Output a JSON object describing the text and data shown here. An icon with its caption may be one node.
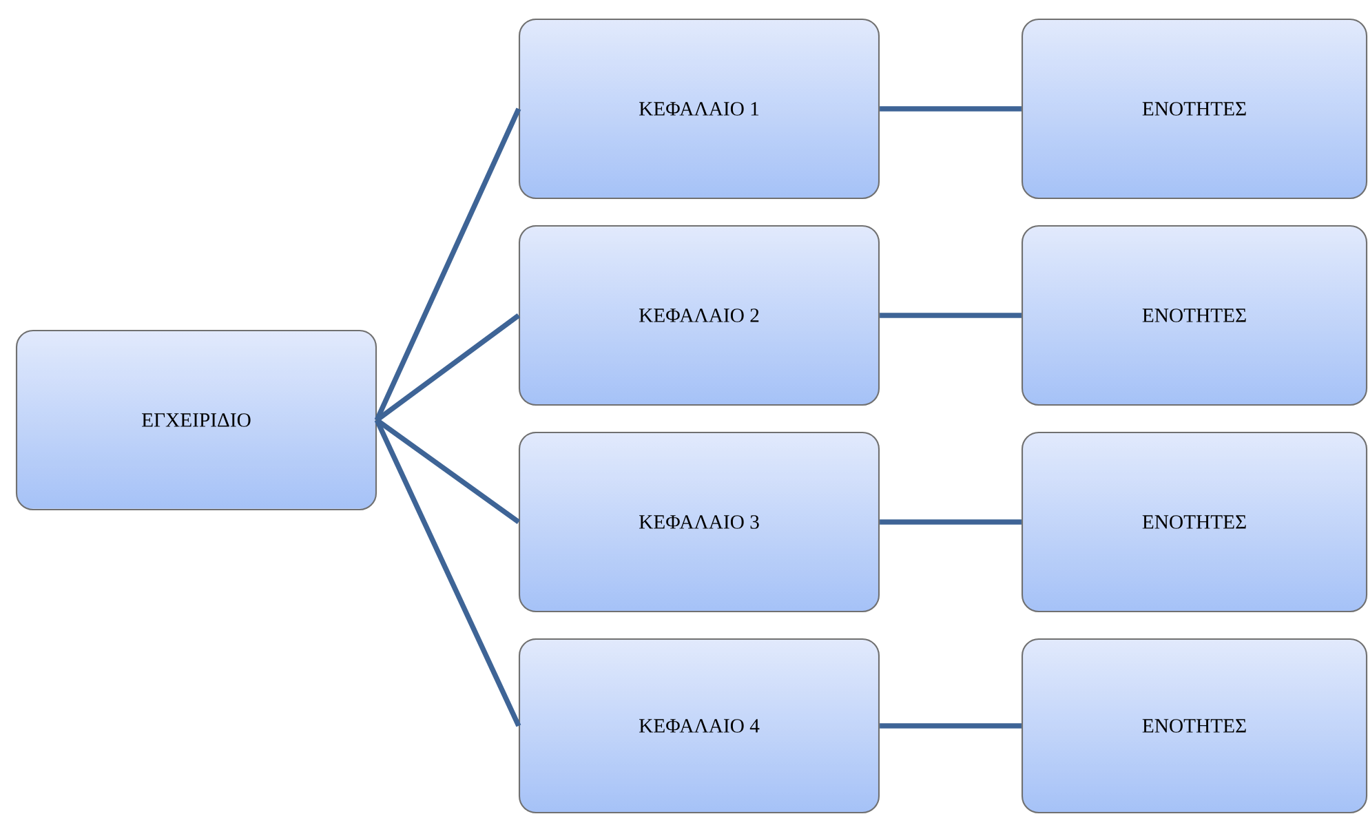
{
  "diagram": {
    "nodes": [
      {
        "text": [
          "ΕΓΧΕΙΡΙΔΙΟ"
        ]
      },
      {
        "text": [
          "ΚΕΦΑΛΑΙΟ 1"
        ]
      },
      {
        "text": [
          "ΕΝΟΤΗΤΕΣ"
        ]
      },
      {
        "text": [
          "ΚΕΦΑΛΑΙΟ 2"
        ]
      },
      {
        "text": [
          "ΕΝΟΤΗΤΕΣ"
        ]
      },
      {
        "text": [
          "ΚΕΦΑΛΑΙΟ 3"
        ]
      },
      {
        "text": [
          "ΕΝΟΤΗΤΕΣ"
        ]
      },
      {
        "text": [
          "ΚΕΦΑΛΑΙΟ 4"
        ]
      },
      {
        "text": [
          "ΕΝΟΤΗΤΕΣ"
        ]
      }
    ],
    "edges": [
      {
        "from": 0,
        "to": 1,
        "arrow": "none"
      },
      {
        "from": 0,
        "to": 3,
        "arrow": "none"
      },
      {
        "from": 0,
        "to": 5,
        "arrow": "none"
      },
      {
        "from": 0,
        "to": 7,
        "arrow": "none"
      },
      {
        "from": 1,
        "to": 2,
        "arrow": "none"
      },
      {
        "from": 3,
        "to": 4,
        "arrow": "none"
      },
      {
        "from": 5,
        "to": 6,
        "arrow": "none"
      },
      {
        "from": 7,
        "to": 8,
        "arrow": "none"
      }
    ]
  }
}
